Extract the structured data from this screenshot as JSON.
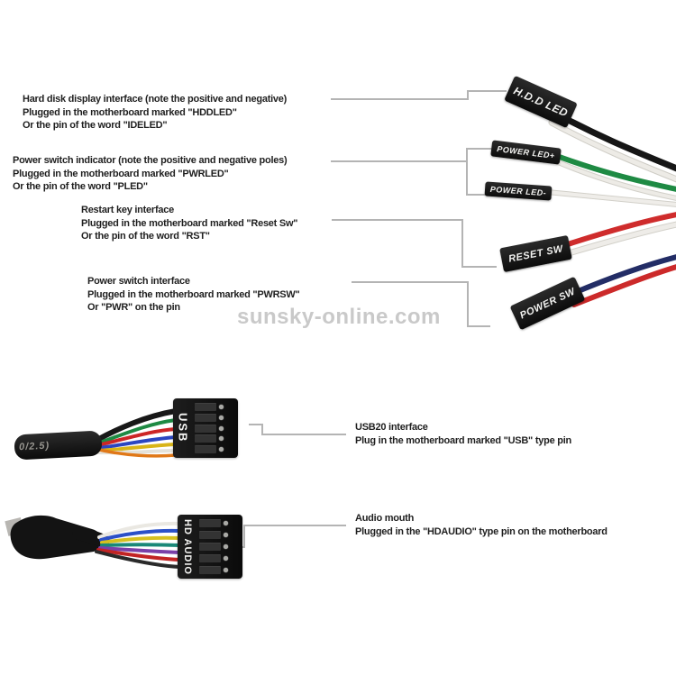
{
  "watermark": "sunsky-online.com",
  "annotations": [
    {
      "id": "hdd-led",
      "lines": [
        "Hard disk display interface (note the positive and negative)",
        "Plugged in the motherboard marked \"HDDLED\"",
        "Or the pin of the word \"IDELED\""
      ]
    },
    {
      "id": "power-led",
      "lines": [
        "Power switch indicator (note the positive and negative poles)",
        "Plugged in the motherboard marked \"PWRLED\"",
        "Or the pin of the word \"PLED\""
      ]
    },
    {
      "id": "reset-sw",
      "lines": [
        "Restart key interface",
        "Plugged in the motherboard marked \"Reset Sw\"",
        "Or the pin of the word \"RST\""
      ]
    },
    {
      "id": "power-sw",
      "lines": [
        "Power switch interface",
        "Plugged in the motherboard marked \"PWRSW\"",
        "Or \"PWR\" on the pin"
      ]
    },
    {
      "id": "usb",
      "lines": [
        "USB20 interface",
        "Plug in the motherboard marked \"USB\" type pin"
      ]
    },
    {
      "id": "audio",
      "lines": [
        "Audio mouth",
        "Plugged in the \"HDAUDIO\" type pin on the motherboard"
      ]
    }
  ],
  "connectors": {
    "hdd_led": "H.D.D LED",
    "power_led_plus": "POWER LED+",
    "power_led_minus": "POWER LED-",
    "reset_sw": "RESET SW",
    "power_sw": "POWER SW",
    "usb_header": "USB",
    "audio_header": "HD AUDIO",
    "usb_sleeve": "0/2.5)"
  },
  "colors": {
    "leader_line": "#b4b4b4",
    "wire_black": "#161616",
    "wire_white": "#edebe6",
    "wire_green": "#1e8a43",
    "wire_red": "#cf2c2c",
    "wire_navy": "#232d66",
    "wire_blue": "#2b46c0",
    "wire_yellow": "#d8b418",
    "wire_orange": "#e07818",
    "wire_teal": "#1a8878",
    "wire_purple": "#7a40a8",
    "connector_body": "#111111",
    "watermark_gray": "#c9c9c9"
  }
}
